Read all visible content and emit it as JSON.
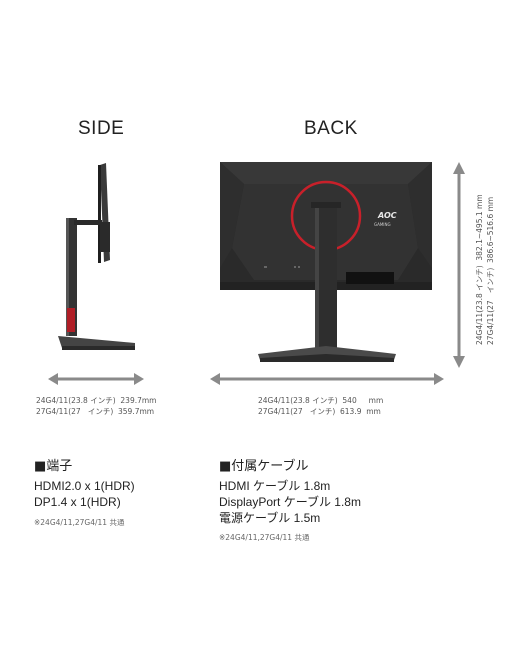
{
  "side": {
    "heading": "SIDE",
    "dims": [
      "24G4/11(23.8 インチ)  239.7mm",
      "27G4/11(27   インチ)  359.7mm"
    ]
  },
  "back": {
    "heading": "BACK",
    "logo_text": "AOC",
    "logo_subtext": "GAMING",
    "dims": [
      "24G4/11(23.8 インチ)  540     mm",
      "27G4/11(27   インチ)  613.9  mm"
    ],
    "height_dims": [
      "24G4/11(23.8 インチ)  382.1~495.1 mm",
      "27G4/11(27   インチ)  386.6~516.6 mm"
    ]
  },
  "ports": {
    "title": "■端子",
    "items": [
      "HDMI2.0 x 1(HDR)",
      "DP1.4 x 1(HDR)"
    ],
    "note": "※24G4/11,27G4/11 共通"
  },
  "accessories": {
    "title": "■付属ケーブル",
    "items": [
      "HDMI ケーブル 1.8m",
      "DisplayPort ケーブル 1.8m",
      "電源ケーブル 1.5m"
    ],
    "note": "※24G4/11,27G4/11 共通"
  },
  "colors": {
    "monitor_dark": "#2a2a2a",
    "monitor_mid": "#3a3a3a",
    "accent_red": "#c8202a",
    "arrow_gray": "#8a8a8a"
  }
}
